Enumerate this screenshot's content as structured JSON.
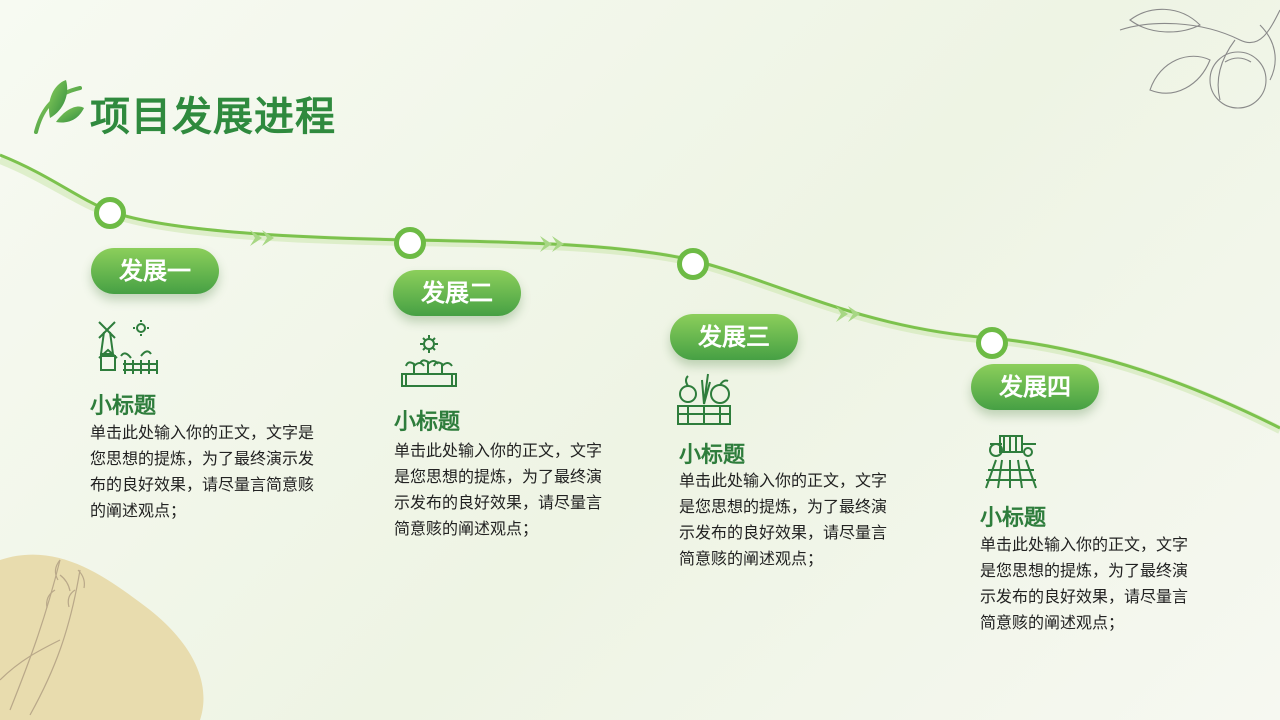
{
  "title": "项目发展进程",
  "steps": [
    {
      "label": "发展一",
      "subtitle": "小标题",
      "body": "单击此处输入你的正文，文字是您思想的提炼，为了最终演示发布的良好效果，请尽量言简意赅的阐述观点；",
      "icon": "windmill-farm-icon"
    },
    {
      "label": "发展二",
      "subtitle": "小标题",
      "body": "单击此处输入你的正文，文字是您思想的提炼，为了最终演示发布的良好效果，请尽量言简意赅的阐述观点；",
      "icon": "sprout-planter-icon"
    },
    {
      "label": "发展三",
      "subtitle": "小标题",
      "body": "单击此处输入你的正文，文字是您思想的提炼，为了最终演示发布的良好效果，请尽量言简意赅的阐述观点；",
      "icon": "vegetable-crate-icon"
    },
    {
      "label": "发展四",
      "subtitle": "小标题",
      "body": "单击此处输入你的正文，文字是您思想的提炼，为了最终演示发布的良好效果，请尽量言简意赅的阐述观点；",
      "icon": "tractor-field-icon"
    }
  ],
  "colors": {
    "accent": "#2f8a3e",
    "pill_top": "#8ccf5b",
    "pill_bottom": "#46a044",
    "line": "#7cc24d"
  }
}
